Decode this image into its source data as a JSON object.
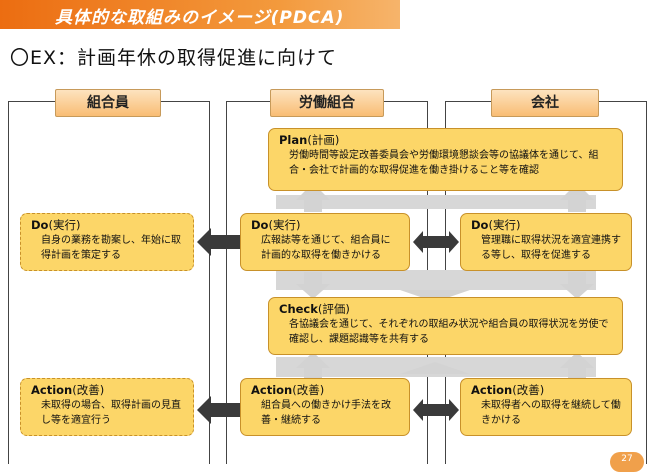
{
  "header": {
    "title": "具体的な取組みのイメージ(PDCA)"
  },
  "subtitle": "〇EX：計画年休の取得促進に向けて",
  "columns": [
    {
      "label": "組合員"
    },
    {
      "label": "労働組合"
    },
    {
      "label": "会社"
    }
  ],
  "plan": {
    "title": "Plan",
    "title_suffix": "(計画)",
    "body": "労働時間等設定改善委員会や労働環境懇談会等の協議体を通じて、組合・会社で計画的な取得促進を働き掛けること等を確認"
  },
  "check": {
    "title": "Check",
    "title_suffix": "(評価)",
    "body": "各協議会を通じて、それぞれの取組み状況や組合員の取得状況を労使で確認し、課題認識等を共有する"
  },
  "member": {
    "do": {
      "title": "Do",
      "title_suffix": "(実行)",
      "body": "自身の業務を勘案し、年始に取得計画を策定する"
    },
    "action": {
      "title": "Action",
      "title_suffix": "(改善)",
      "body": "未取得の場合、取得計画の見直し等を適宜行う"
    }
  },
  "union": {
    "do": {
      "title": "Do",
      "title_suffix": "(実行)",
      "body": "広報誌等を通じて、組合員に計画的な取得を働きかける"
    },
    "action": {
      "title": "Action",
      "title_suffix": "(改善)",
      "body": "組合員への働きかけ手法を改善・継続する"
    }
  },
  "company": {
    "do": {
      "title": "Do",
      "title_suffix": "(実行)",
      "body": "管理職に取得状況を適宜連携する等し、取得を促進する"
    },
    "action": {
      "title": "Action",
      "title_suffix": "(改善)",
      "body": "未取得者への取得を継続して働きかける"
    }
  },
  "page_number": "27",
  "colors": {
    "banner": "#ec6d11",
    "box_fill": "#fcd668",
    "box_border": "#c8912a",
    "arrow_gray": "#d7d7d7",
    "arrow_dark": "#3a3a3a"
  }
}
